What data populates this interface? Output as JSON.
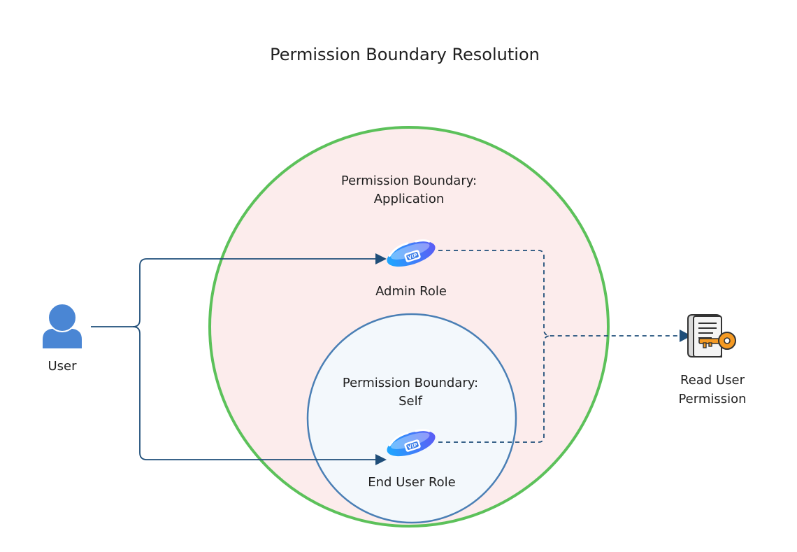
{
  "title": "Permission Boundary Resolution",
  "boundaries": {
    "outer": {
      "line1": "Permission Boundary:",
      "line2": "Application",
      "fill": "#fcecec",
      "stroke": "#5cc15a"
    },
    "inner": {
      "line1": "Permission Boundary:",
      "line2": "Self",
      "fill": "#f3f8fc",
      "stroke": "#4a7fb5"
    }
  },
  "nodes": {
    "user": {
      "label": "User",
      "icon": "user-icon",
      "color": "#4a86d4"
    },
    "admin_role": {
      "label": "Admin Role",
      "icon": "vip-badge-icon"
    },
    "end_user_role": {
      "label": "End User Role",
      "icon": "vip-badge-icon"
    },
    "permission": {
      "label_line1": "Read User",
      "label_line2": "Permission",
      "icon": "permission-key-icon"
    }
  },
  "edges": [
    {
      "from": "User",
      "to": "Admin Role",
      "style": "solid"
    },
    {
      "from": "User",
      "to": "End User Role",
      "style": "solid"
    },
    {
      "from": "Admin Role",
      "to": "Read User Permission",
      "style": "dashed"
    },
    {
      "from": "End User Role",
      "to": "Read User Permission",
      "style": "dashed"
    }
  ],
  "colors": {
    "edge": "#1f4e79",
    "badge_start": "#1ea7ff",
    "badge_end": "#5b5cf5",
    "key": "#f59a23"
  }
}
